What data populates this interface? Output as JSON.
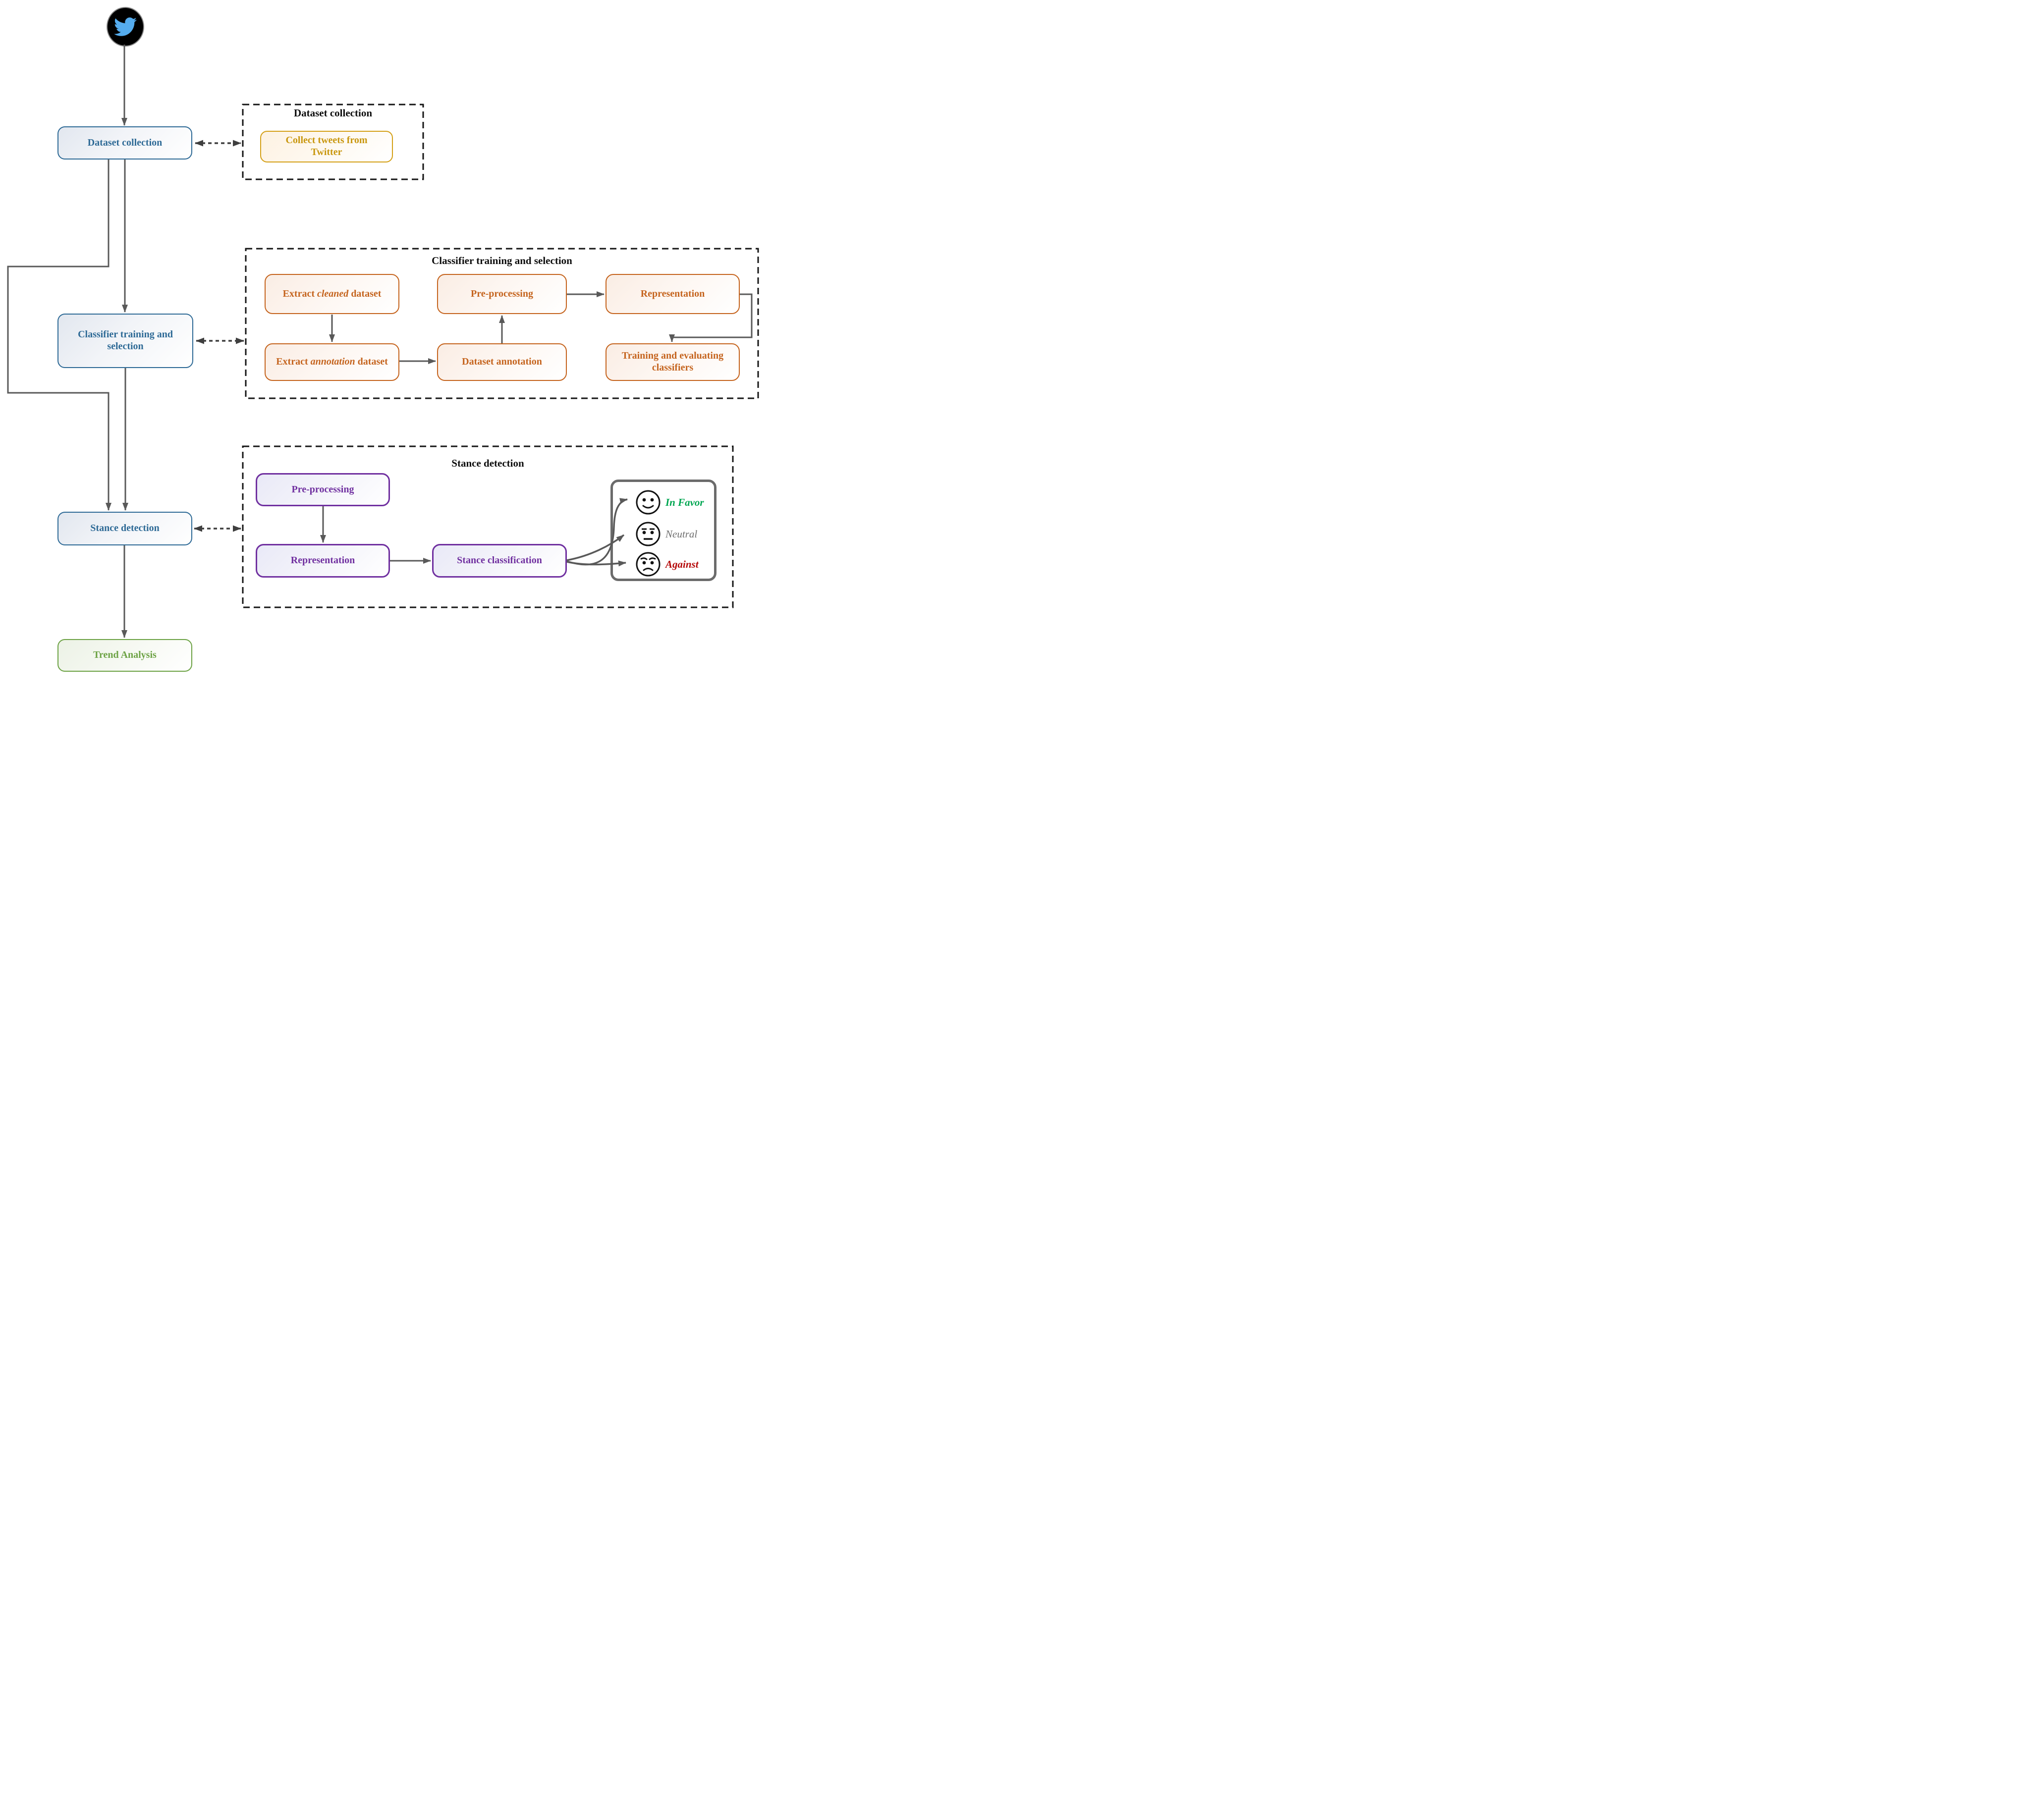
{
  "icon": {
    "name": "twitter-bird",
    "bird_color": "#55ACEE",
    "bg_color": "#000000"
  },
  "pipeline": {
    "dataset_collection": {
      "label": "Dataset collection"
    },
    "classifier_training": {
      "label": "Classifier training and selection"
    },
    "stance_detection": {
      "label": "Stance detection"
    },
    "trend_analysis": {
      "label": "Trend Analysis"
    }
  },
  "dataset_group": {
    "title": "Dataset collection",
    "collect_box": {
      "label": "Collect tweets from Twitter"
    }
  },
  "classifier_group": {
    "title": "Classifier training and selection",
    "extract_cleaned": {
      "pre": "Extract ",
      "em": "cleaned",
      "post": " dataset"
    },
    "pre_processing": {
      "label": "Pre-processing"
    },
    "representation": {
      "label": "Representation"
    },
    "extract_annotation": {
      "pre": "Extract ",
      "em": "annotation",
      "post": " dataset"
    },
    "dataset_annotation": {
      "label": "Dataset annotation"
    },
    "training_evaluating": {
      "label": "Training and evaluating classifiers"
    }
  },
  "stance_group": {
    "title": "Stance detection",
    "pre_processing": {
      "label": "Pre-processing"
    },
    "representation": {
      "label": "Representation"
    },
    "stance_classification": {
      "label": "Stance classification"
    },
    "outcomes": [
      {
        "label": "In Favor",
        "color": "#00A651",
        "face": "smiley-face"
      },
      {
        "label": "Neutral",
        "color": "#6e6e6e",
        "face": "neutral-face"
      },
      {
        "label": "Against",
        "color": "#B50909",
        "face": "angry-face"
      }
    ]
  },
  "colors": {
    "stage_blue": "#2E6A96",
    "process_orange": "#C5641E",
    "collect_gold": "#D4A017",
    "stance_purple": "#7030A0",
    "trend_green": "#6CA244",
    "flow_line": "#595959",
    "dashed_link": "#3f3f3f",
    "group_border": "#141414",
    "panel_border": "#6b6b6b"
  }
}
